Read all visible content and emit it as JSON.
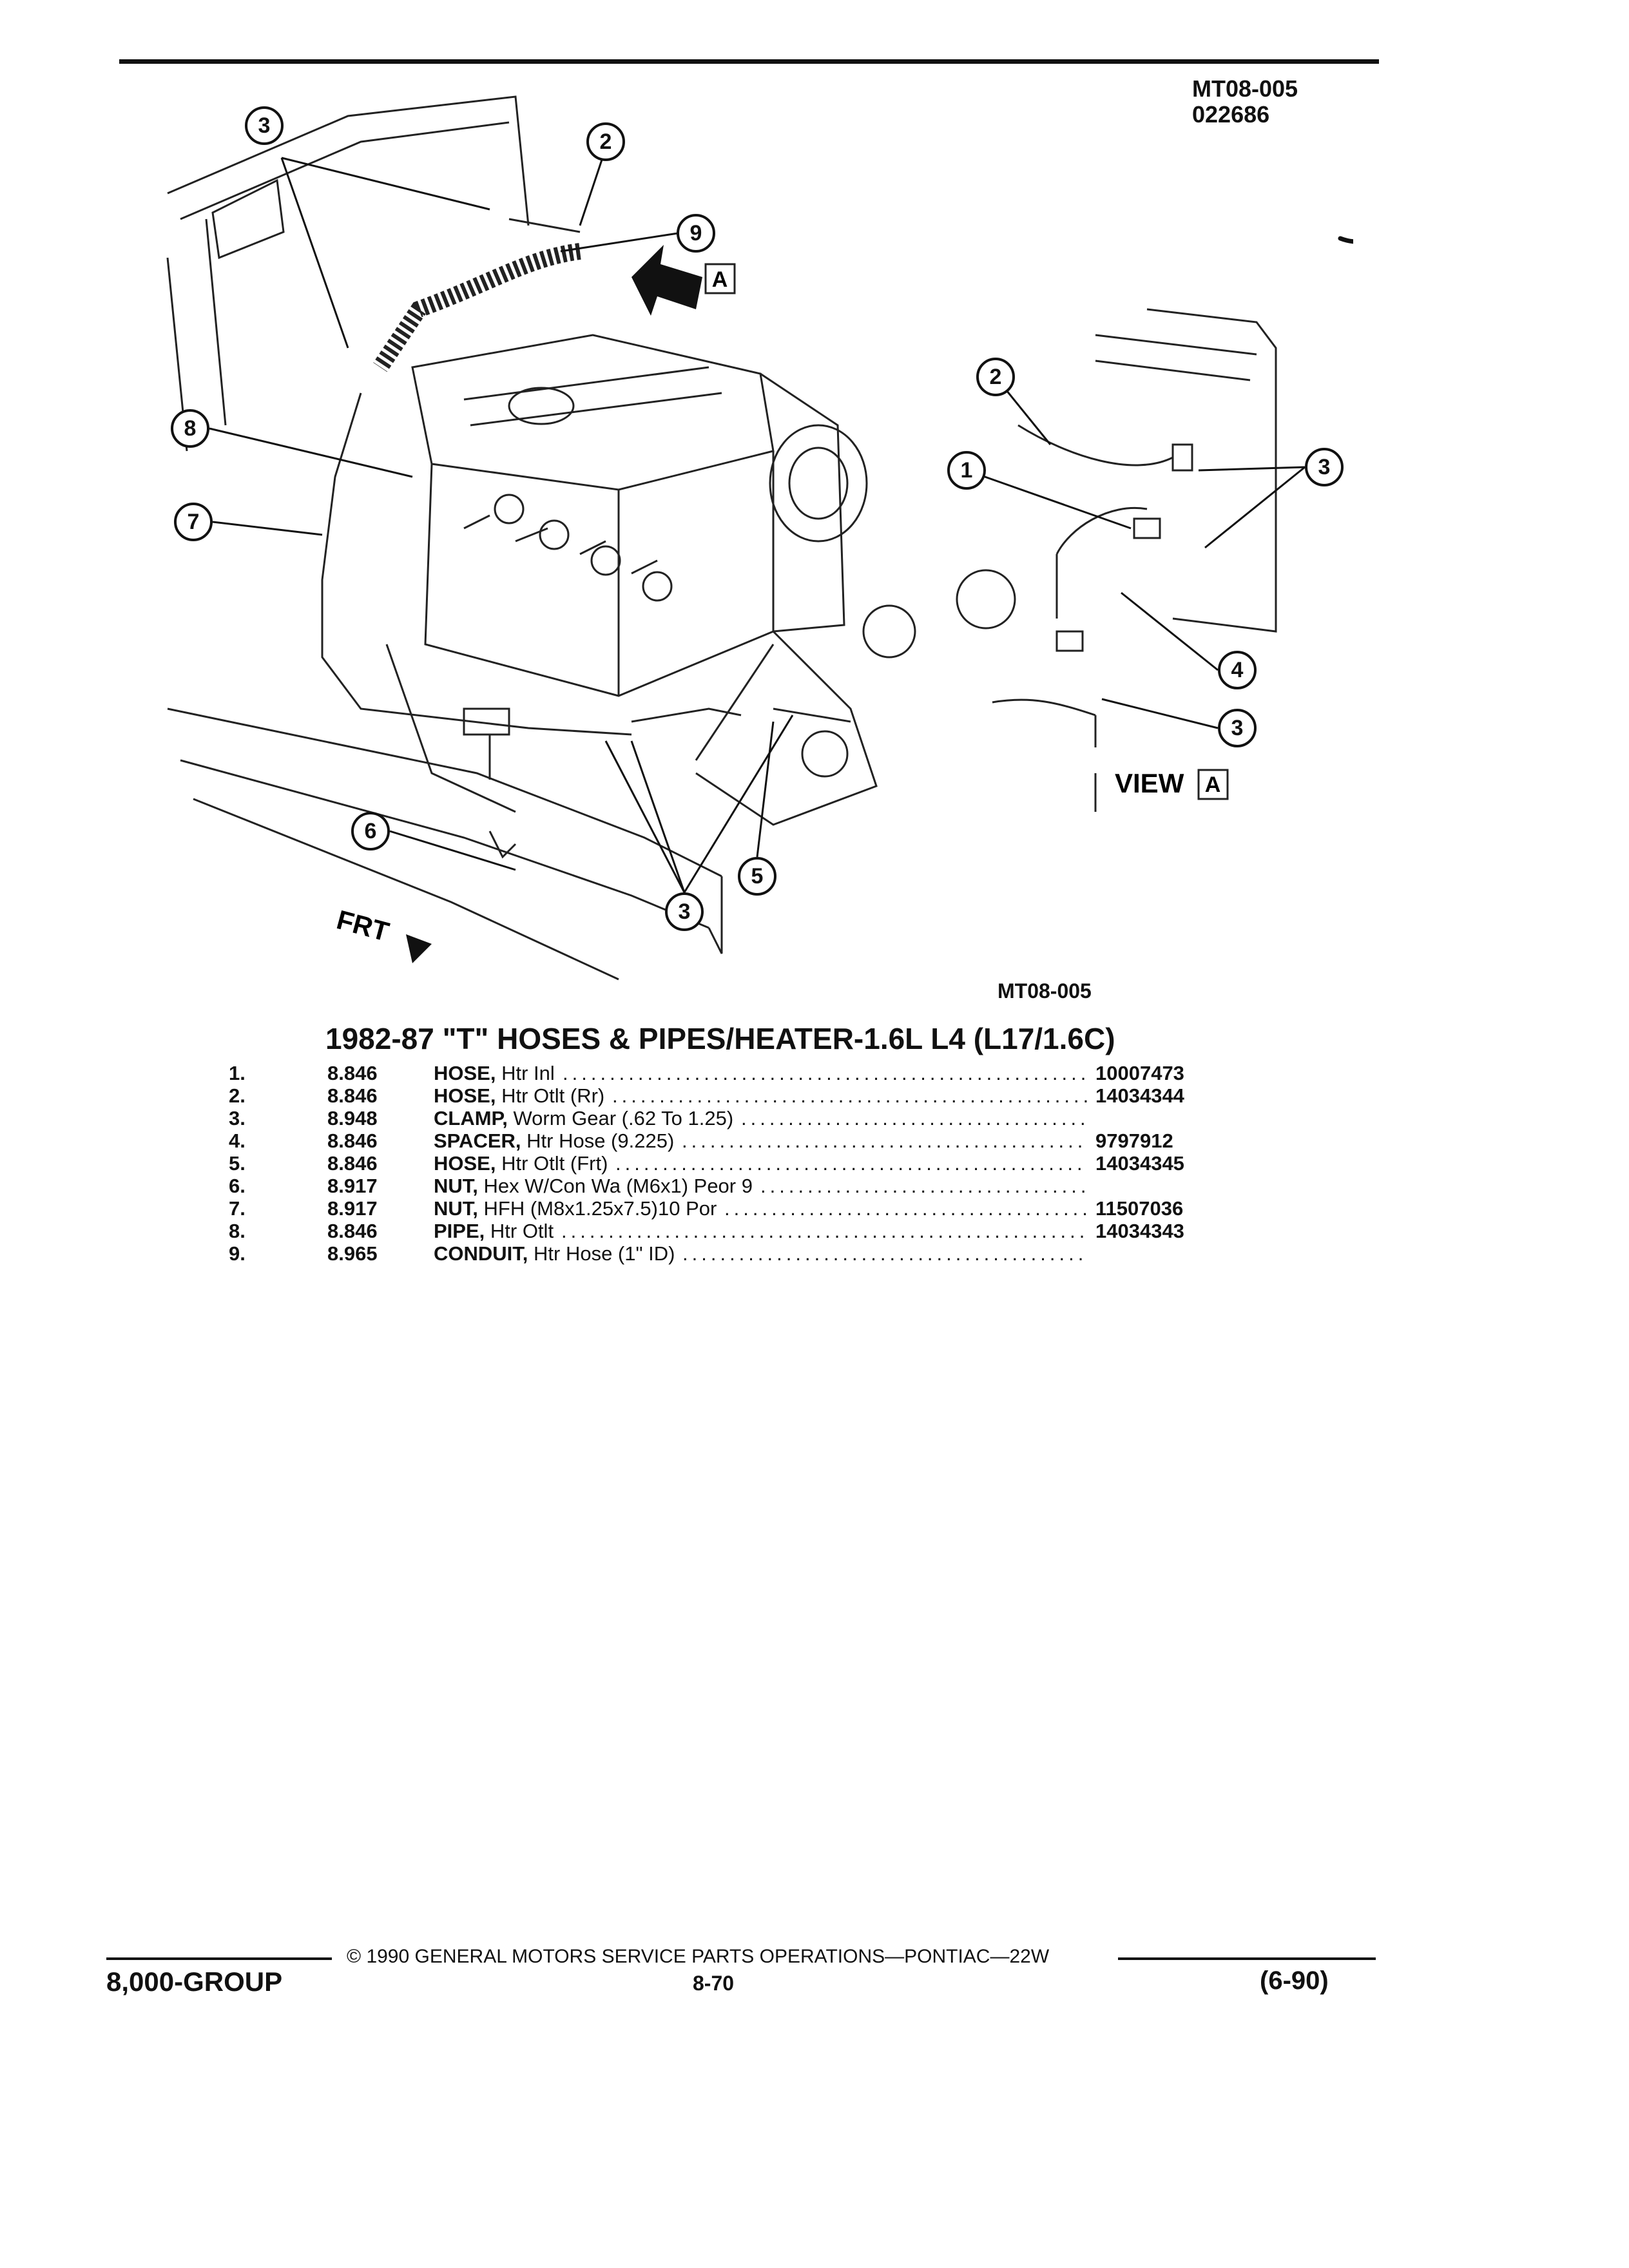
{
  "header": {
    "code_line1": "MT08-005",
    "code_line2": "022686"
  },
  "diagram": {
    "figure_code": "MT08-005",
    "view_label": "VIEW",
    "view_letter": "A",
    "arrow_letter": "A",
    "front_label": "FRT",
    "callouts": [
      "3",
      "2",
      "9",
      "8",
      "7",
      "6",
      "3",
      "5",
      "2",
      "1",
      "3",
      "3",
      "4",
      "3"
    ]
  },
  "section": {
    "title": "1982-87 \"T\" HOSES & PIPES/HEATER-1.6L L4 (L17/1.6C)"
  },
  "parts": [
    {
      "num": "1.",
      "group": "8.846",
      "name": "HOSE,",
      "desc": "Htr Inl",
      "part": "10007473"
    },
    {
      "num": "2.",
      "group": "8.846",
      "name": "HOSE,",
      "desc": "Htr Otlt (Rr)",
      "part": "14034344"
    },
    {
      "num": "3.",
      "group": "8.948",
      "name": "CLAMP,",
      "desc": "Worm Gear (.62 To 1.25)",
      "part": ""
    },
    {
      "num": "4.",
      "group": "8.846",
      "name": "SPACER,",
      "desc": "Htr Hose (9.225)",
      "part": "9797912"
    },
    {
      "num": "5.",
      "group": "8.846",
      "name": "HOSE,",
      "desc": "Htr Otlt (Frt)",
      "part": "14034345"
    },
    {
      "num": "6.",
      "group": "8.917",
      "name": "NUT,",
      "desc": "Hex W/Con Wa (M6x1) Peor 9",
      "part": ""
    },
    {
      "num": "7.",
      "group": "8.917",
      "name": "NUT,",
      "desc": "HFH (M8x1.25x7.5)10 Por",
      "part": "11507036"
    },
    {
      "num": "8.",
      "group": "8.846",
      "name": "PIPE,",
      "desc": "Htr Otlt",
      "part": "14034343"
    },
    {
      "num": "9.",
      "group": "8.965",
      "name": "CONDUIT,",
      "desc": "Htr Hose (1\" ID)",
      "part": ""
    }
  ],
  "footer": {
    "copyright": "© 1990 GENERAL MOTORS SERVICE PARTS OPERATIONS—PONTIAC—22W",
    "group": "8,000-GROUP",
    "page": "8-70",
    "date": "(6-90)"
  }
}
